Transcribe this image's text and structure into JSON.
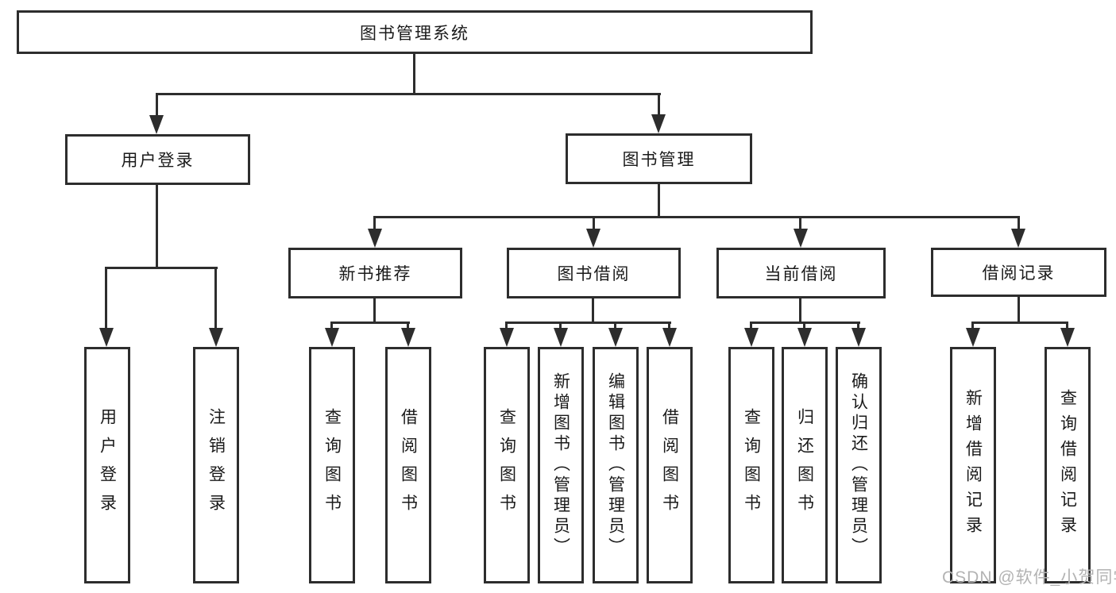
{
  "tree": {
    "root": {
      "label": "图书管理系统",
      "children": [
        {
          "label": "用户登录",
          "children": [
            {
              "label": "用户登录"
            },
            {
              "label": "注销登录"
            }
          ]
        },
        {
          "label": "图书管理",
          "children": [
            {
              "label": "新书推荐",
              "children": [
                {
                  "label": "查询图书"
                },
                {
                  "label": "借阅图书"
                }
              ]
            },
            {
              "label": "图书借阅",
              "children": [
                {
                  "label": "查询图书"
                },
                {
                  "label": "新增图书（管理员）"
                },
                {
                  "label": "编辑图书（管理员）"
                },
                {
                  "label": "借阅图书"
                }
              ]
            },
            {
              "label": "当前借阅",
              "children": [
                {
                  "label": "查询图书"
                },
                {
                  "label": "归还图书"
                },
                {
                  "label": "确认归还（管理员）"
                }
              ]
            },
            {
              "label": "借阅记录",
              "children": [
                {
                  "label": "新增借阅记录"
                },
                {
                  "label": "查询借阅记录"
                }
              ]
            }
          ]
        }
      ]
    }
  },
  "watermark": {
    "text": "CSDN @软件_小贺同学"
  },
  "colors": {
    "line": "#2d2d2d",
    "text": "#1a1a1a",
    "watermark": "#b3b3b3",
    "background": "#ffffff"
  }
}
